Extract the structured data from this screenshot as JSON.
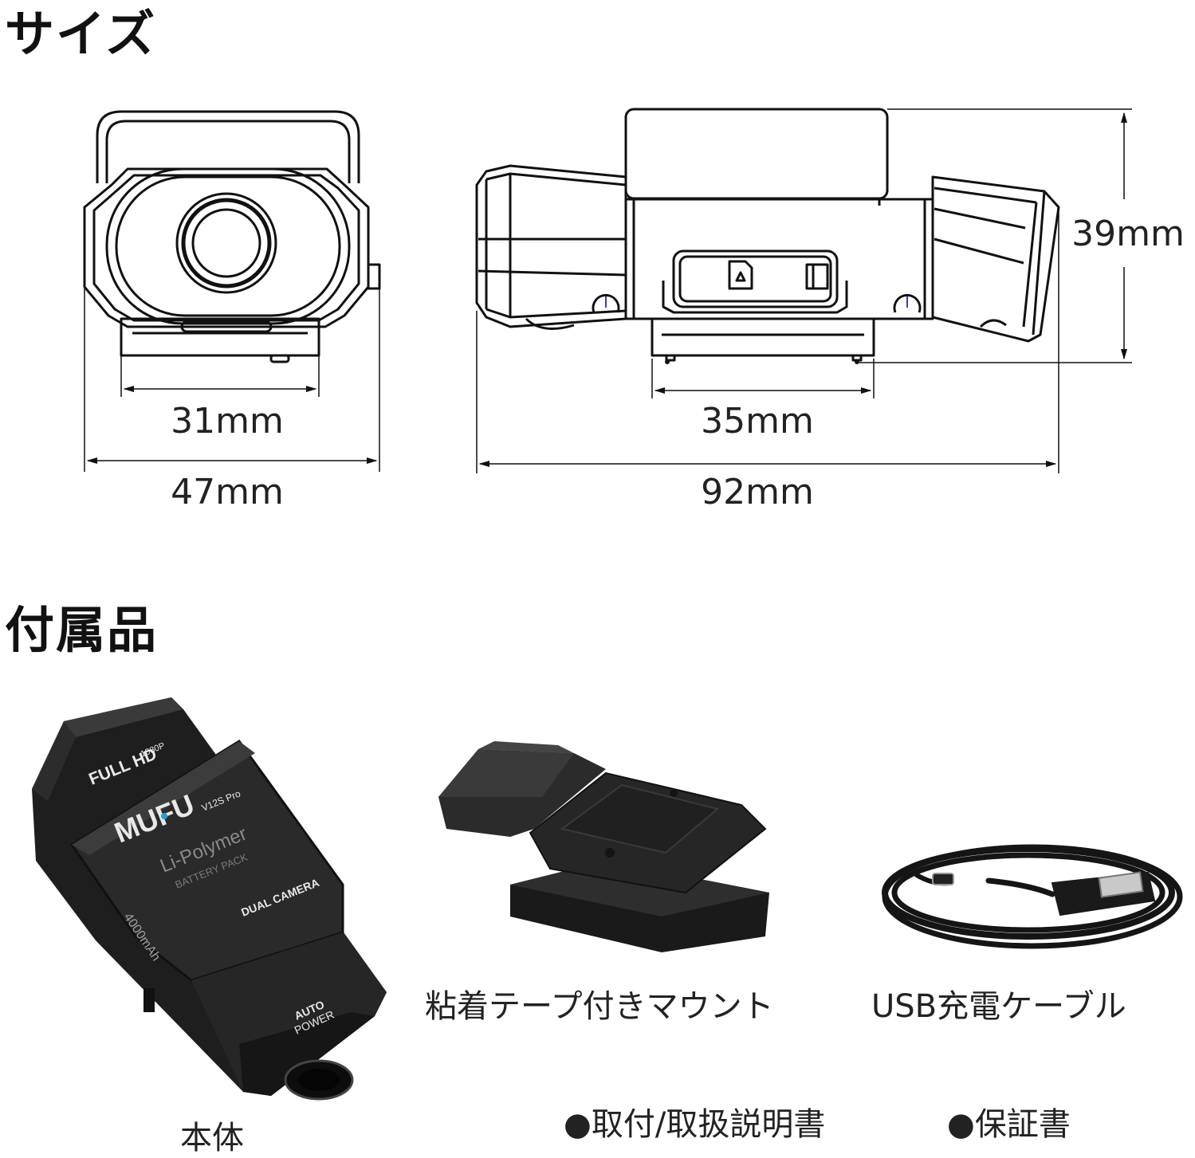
{
  "sections": {
    "size_heading": "サイズ",
    "accessories_heading": "付属品"
  },
  "dimensions": {
    "front_base_width": "31mm",
    "front_total_width": "47mm",
    "side_mount_width": "35mm",
    "side_total_length": "92mm",
    "side_height": "39mm"
  },
  "accessories": {
    "body_label": "本体",
    "mount_label": "粘着テープ付きマウント",
    "cable_label": "USB充電ケーブル",
    "manual_label": "●取付/取扱説明書",
    "warranty_label": "●保証書"
  },
  "product_print": {
    "brand": "MUFU",
    "model": "V12S Pro",
    "resolution": "FULL HD",
    "resolution_sub": "1080P",
    "battery_line1": "Li-Polymer",
    "battery_line2": "BATTERY PACK",
    "dual": "DUAL CAMERA",
    "auto": "AUTO",
    "power": "POWER",
    "capacity": "4000mAh"
  },
  "colors": {
    "line": "#111111",
    "camera_body": "#1c1c1c",
    "accent_dot": "#1aa3d9"
  }
}
